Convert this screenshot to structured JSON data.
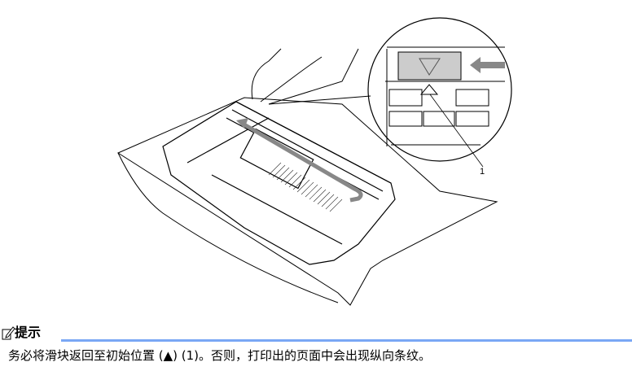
{
  "figure": {
    "description": "Drum unit cleaning illustration with slider zoom detail",
    "callout_label": "1"
  },
  "note": {
    "icon": "pencil-note-icon",
    "title": "提示",
    "body": "务必将滑块返回至初始位置 (▲) (1)。否则，打印出的页面中会出现纵向条纹。",
    "rule_color": "#7aa7f5"
  }
}
